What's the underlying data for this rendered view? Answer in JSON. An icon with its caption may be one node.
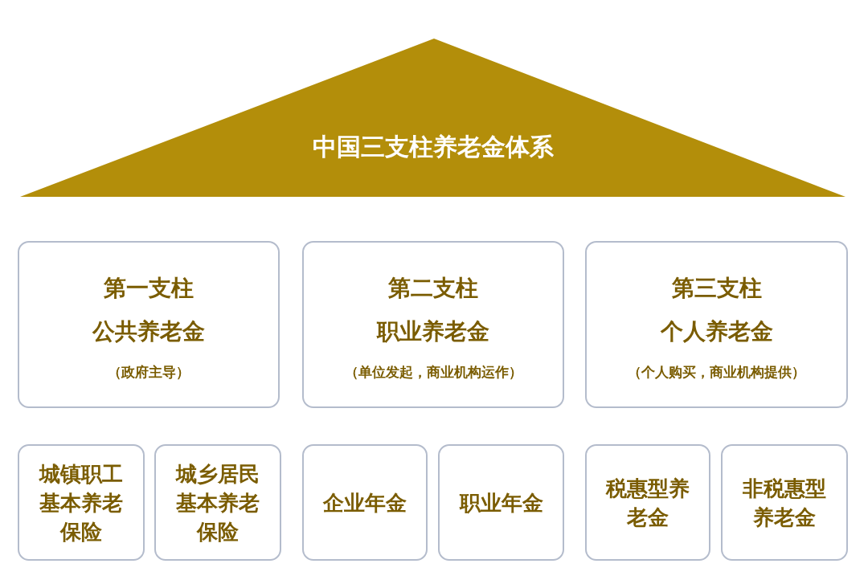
{
  "diagram": {
    "nodes": [
      {
        "text": [
          "中国三支柱养老金体系"
        ]
      },
      {
        "text": [
          "第一支柱",
          "公共养老金",
          "（政府主导）"
        ]
      },
      {
        "text": [
          "第二支柱",
          "职业养老金",
          "（单位发起，商业机构运作）"
        ]
      },
      {
        "text": [
          "第三支柱",
          "个人养老金",
          "（个人购买，商业机构提供）"
        ]
      },
      {
        "text": [
          "城镇职工基本养老保险"
        ]
      },
      {
        "text": [
          "城乡居民基本养老保险"
        ]
      },
      {
        "text": [
          "企业年金"
        ]
      },
      {
        "text": [
          "职业年金"
        ]
      },
      {
        "text": [
          "税惠型养老金"
        ]
      },
      {
        "text": [
          "非税惠型养老金"
        ]
      }
    ],
    "edges": []
  }
}
